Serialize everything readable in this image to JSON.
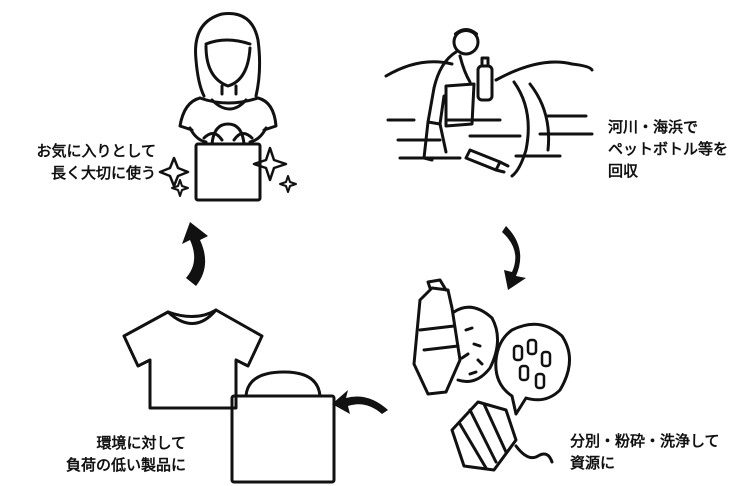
{
  "steps": [
    {
      "id": "favorite",
      "lines": [
        "お気に入りとして",
        "長く大切に使う"
      ]
    },
    {
      "id": "collect",
      "lines": [
        "河川・海浜で",
        "ペットボトル等を",
        "回収"
      ]
    },
    {
      "id": "process",
      "lines": [
        "分別・粉砕・洗浄して",
        "資源に"
      ]
    },
    {
      "id": "product",
      "lines": [
        "環境に対して",
        "負荷の低い製品に"
      ]
    }
  ]
}
